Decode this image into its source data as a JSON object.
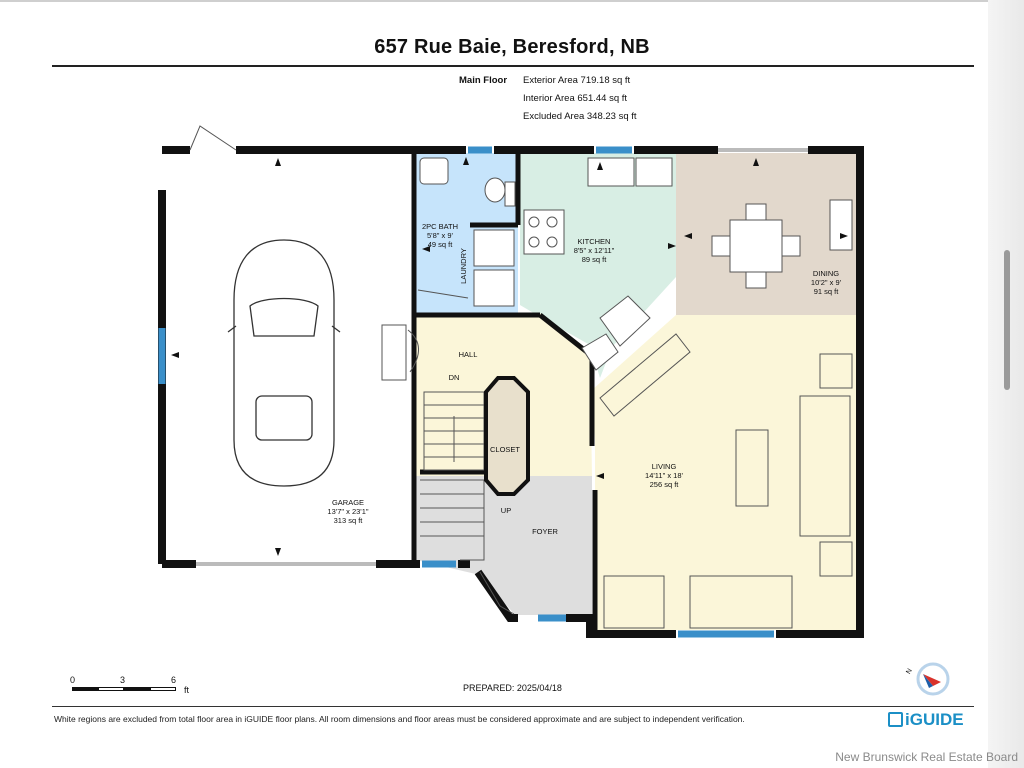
{
  "header": {
    "address": "657 Rue Baie, Beresford, NB",
    "floor_label": "Main Floor",
    "exterior_area": "Exterior Area 719.18 sq ft",
    "interior_area": "Interior Area 651.44 sq ft",
    "excluded_area": "Excluded Area 348.23 sq ft"
  },
  "colors": {
    "wall": "#111111",
    "window": "#3a8fc9",
    "bath_laundry": "#c6e4fb",
    "kitchen": "#d8eee4",
    "dining": "#e2d8cc",
    "hall_living": "#fbf6d9",
    "foyer": "#dedede",
    "garage": "#ffffff"
  },
  "rooms": {
    "garage": {
      "name": "GARAGE",
      "dims": "13'7\" x 23'1\"",
      "area": "313 sq ft"
    },
    "bath": {
      "name": "2PC BATH",
      "dims": "5'8\" x 9'",
      "area": "49 sq ft"
    },
    "laundry": {
      "name": "LAUNDRY"
    },
    "kitchen": {
      "name": "KITCHEN",
      "dims": "8'5\" x 12'11\"",
      "area": "89 sq ft"
    },
    "dining": {
      "name": "DINING",
      "dims": "10'2\" x 9'",
      "area": "91 sq ft"
    },
    "hall": {
      "name": "HALL"
    },
    "dn": {
      "name": "DN"
    },
    "closet": {
      "name": "CLOSET"
    },
    "up": {
      "name": "UP"
    },
    "foyer": {
      "name": "FOYER"
    },
    "living": {
      "name": "LIVING",
      "dims": "14'11\" x 18'",
      "area": "256 sq ft"
    }
  },
  "scale": {
    "labels": [
      "0",
      "3",
      "6"
    ],
    "unit": "ft"
  },
  "footer": {
    "prepared": "PREPARED: 2025/04/18",
    "disclaimer": "White regions are excluded from total floor area in iGUIDE floor plans. All room dimensions and floor areas must be considered approximate and are subject to independent verification.",
    "brand": "iGUIDE",
    "watermark": "New Brunswick Real Estate Board"
  },
  "compass_label": "N"
}
